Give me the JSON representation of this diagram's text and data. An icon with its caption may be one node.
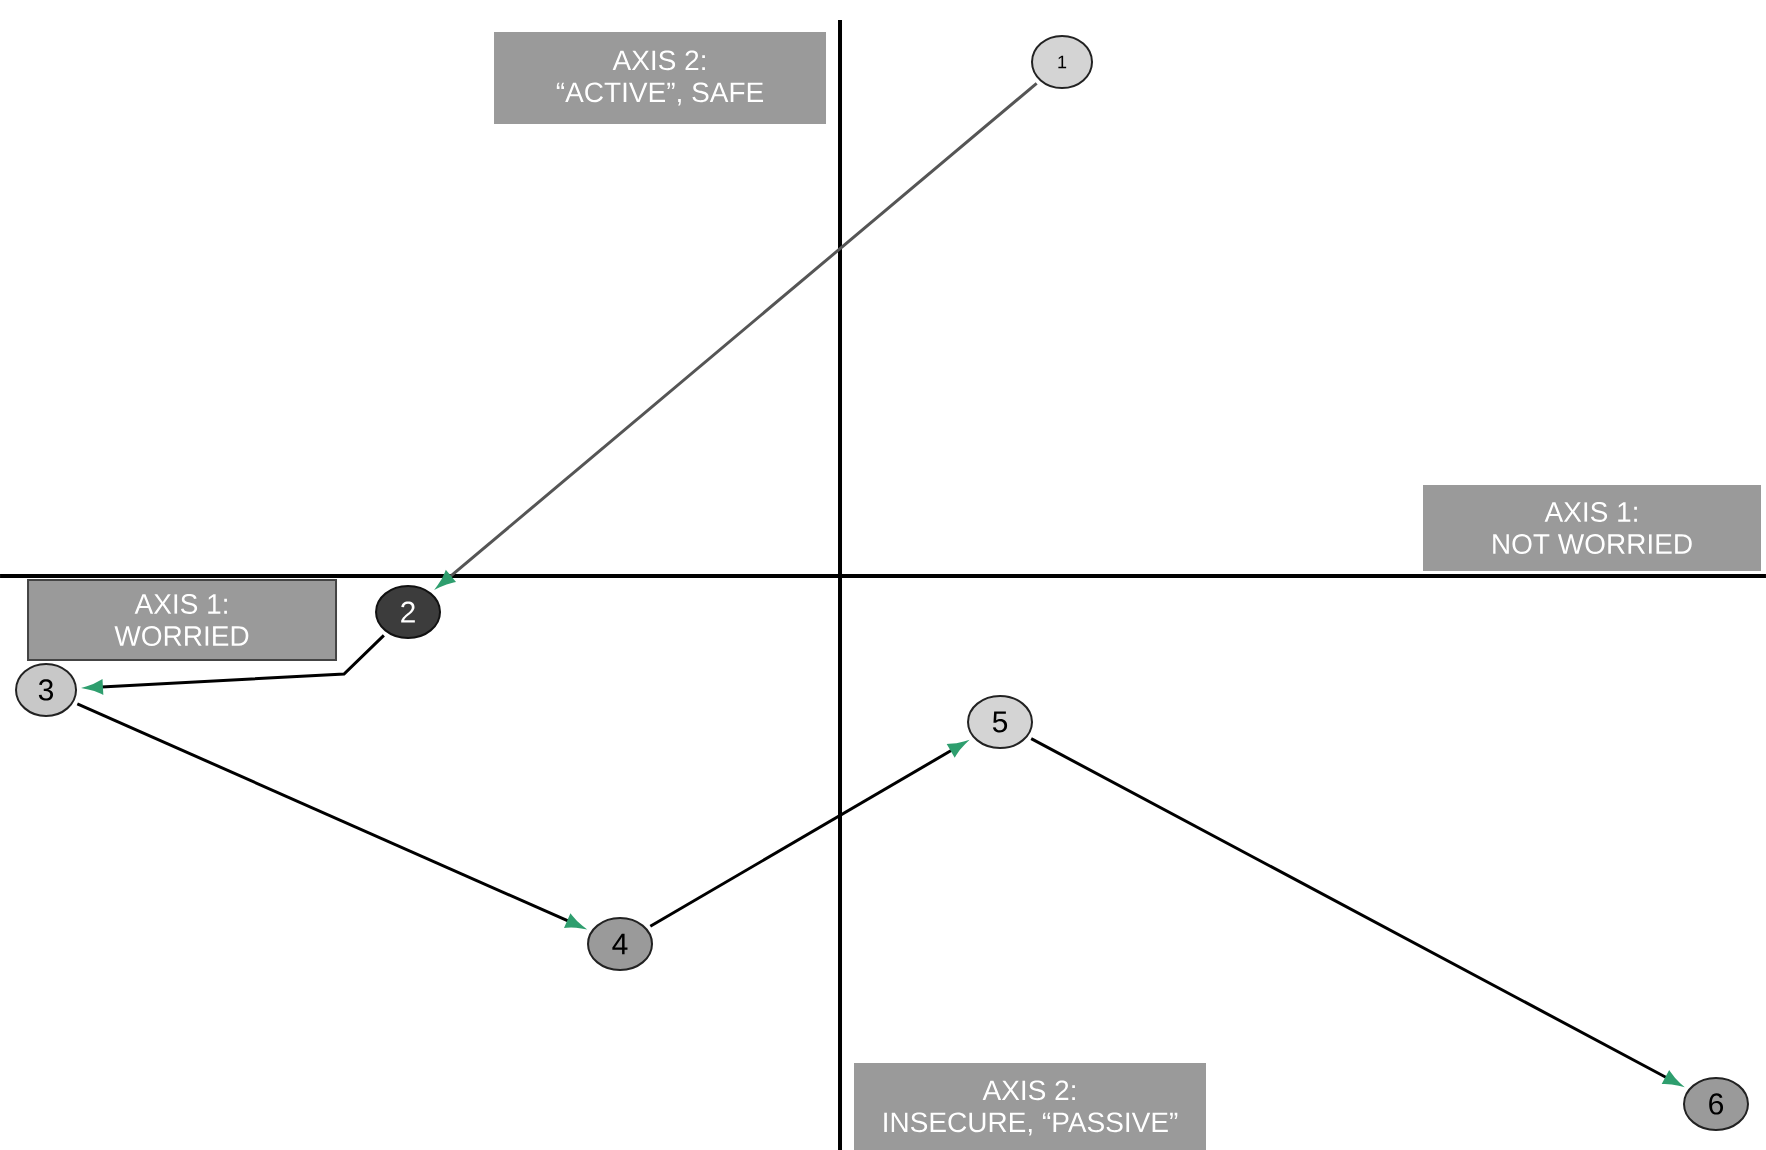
{
  "diagram": {
    "nodes": [
      {
        "text": [
          "AXIS 2:",
          "“ACTIVE”, SAFE"
        ]
      },
      {
        "text": [
          "AXIS 1:",
          "NOT WORRIED"
        ]
      },
      {
        "text": [
          "AXIS 1:",
          "WORRIED"
        ]
      },
      {
        "text": [
          "AXIS 2:",
          "INSECURE, “PASSIVE”"
        ]
      },
      {
        "text": [
          "1"
        ]
      },
      {
        "text": [
          "2"
        ]
      },
      {
        "text": [
          "3"
        ]
      },
      {
        "text": [
          "4"
        ]
      },
      {
        "text": [
          "5"
        ]
      },
      {
        "text": [
          "6"
        ]
      }
    ],
    "edges": [
      {
        "from": 4,
        "to": 5,
        "arrow": "to",
        "color": "#555555"
      },
      {
        "from": 5,
        "to": 6,
        "arrow": "to"
      },
      {
        "from": 6,
        "to": 7,
        "arrow": "to"
      },
      {
        "from": 7,
        "to": 8,
        "arrow": "to"
      },
      {
        "from": 8,
        "to": 9,
        "arrow": "to"
      }
    ]
  }
}
